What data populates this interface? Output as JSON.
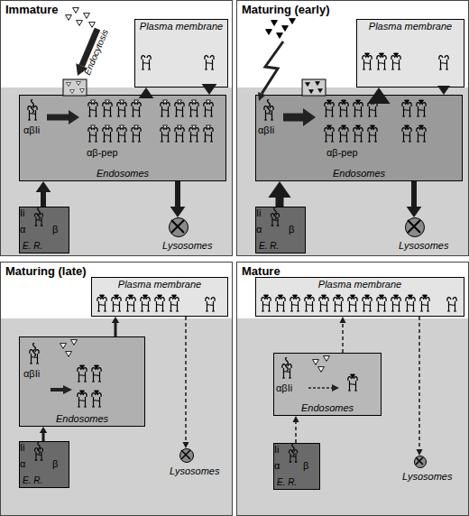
{
  "diagram": {
    "nodes": [
      {
        "text": [
          "Immature"
        ]
      },
      {
        "text": [
          "Plasma membrane"
        ],
        "in": 0
      },
      {
        "text": [
          "Endosomes"
        ],
        "in": 0
      },
      {
        "text": [
          "E. R."
        ],
        "in": 0
      },
      {
        "text": [
          "Lysosomes"
        ],
        "in": 0
      },
      {
        "text": [
          "Maturing (early)"
        ]
      },
      {
        "text": [
          "Plasma membrane"
        ],
        "in": 5
      },
      {
        "text": [
          "Endosomes"
        ],
        "in": 5
      },
      {
        "text": [
          "E. R."
        ],
        "in": 5
      },
      {
        "text": [
          "Lysosomes"
        ],
        "in": 5
      },
      {
        "text": [
          "Maturing (late)"
        ]
      },
      {
        "text": [
          "Plasma membrane"
        ],
        "in": 10
      },
      {
        "text": [
          "Endosomes"
        ],
        "in": 10
      },
      {
        "text": [
          "E. R."
        ],
        "in": 10
      },
      {
        "text": [
          "Lysosomes"
        ],
        "in": 10
      },
      {
        "text": [
          "Mature"
        ]
      },
      {
        "text": [
          "Plasma membrane"
        ],
        "in": 15
      },
      {
        "text": [
          "Endosomes"
        ],
        "in": 15
      },
      {
        "text": [
          "E. R."
        ],
        "in": 15
      },
      {
        "text": [
          "Lysosomes"
        ],
        "in": 15
      }
    ],
    "edges": [
      {
        "from": 3,
        "to": 2,
        "arrow": "to"
      },
      {
        "from": 2,
        "to": 1,
        "arrow": "to"
      },
      {
        "from": 1,
        "to": 2,
        "arrow": "to"
      },
      {
        "from": 2,
        "to": 4,
        "arrow": "to"
      },
      {
        "from": 8,
        "to": 7,
        "arrow": "to"
      },
      {
        "from": 7,
        "to": 6,
        "arrow": "to"
      },
      {
        "from": 6,
        "to": 7,
        "arrow": "to"
      },
      {
        "from": 7,
        "to": 9,
        "arrow": "to"
      },
      {
        "from": 13,
        "to": 12,
        "arrow": "to"
      },
      {
        "from": 12,
        "to": 11,
        "arrow": "to"
      },
      {
        "from": 11,
        "to": 14,
        "arrow": "to"
      },
      {
        "from": 18,
        "to": 17,
        "arrow": "to"
      },
      {
        "from": 17,
        "to": 16,
        "arrow": "to"
      },
      {
        "from": 16,
        "to": 19,
        "arrow": "to"
      }
    ],
    "labels": [
      "Endocytosis",
      "αβIi",
      "Ii",
      "α",
      "β",
      "αβ-pep",
      "αβIi",
      "Ii",
      "α",
      "β",
      "αβ-pep",
      "αβIi",
      "Ii",
      "α",
      "β",
      "αβIi",
      "Ii",
      "α",
      "β"
    ]
  }
}
